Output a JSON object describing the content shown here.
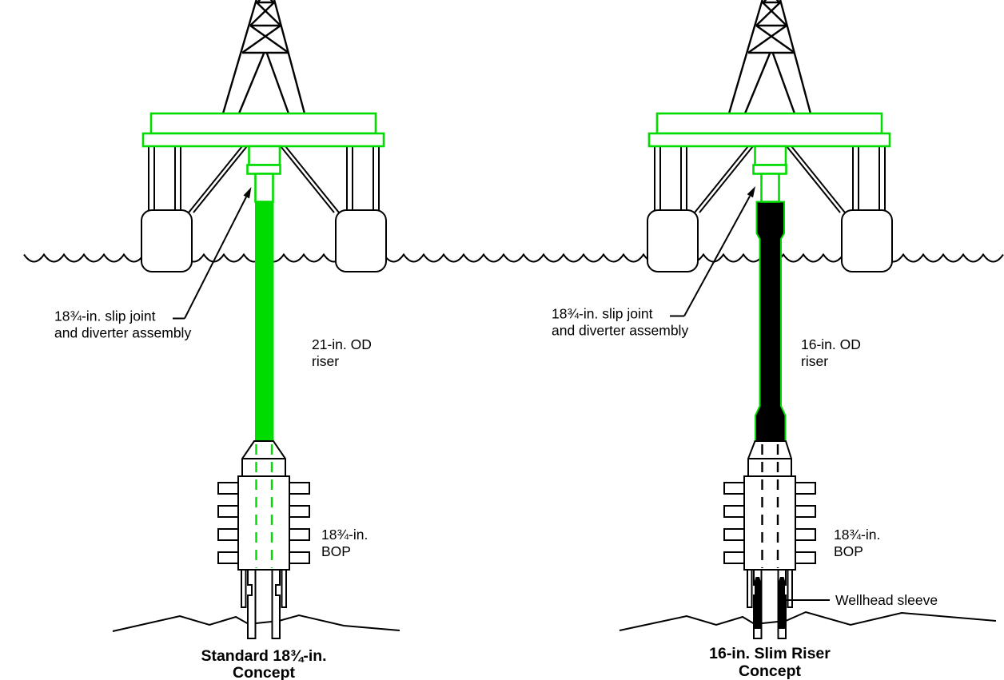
{
  "colors": {
    "accent_green": "#00DC00",
    "line_black": "#000000",
    "background": "#FFFFFF"
  },
  "left_rig": {
    "slip_joint_label_line1": "18¾-in. slip joint",
    "slip_joint_label_line2": "and diverter assembly",
    "riser_label_line1": "21-in. OD",
    "riser_label_line2": "riser",
    "bop_label_line1": "18¾-in.",
    "bop_label_line2": "BOP",
    "caption_line1": "Standard 18¾-in.",
    "caption_line2": "Concept"
  },
  "right_rig": {
    "slip_joint_label_line1": "18¾-in. slip joint",
    "slip_joint_label_line2": "and diverter assembly",
    "riser_label_line1": "16-in. OD",
    "riser_label_line2": "riser",
    "bop_label_line1": "18¾-in.",
    "bop_label_line2": "BOP",
    "wellhead_label": "Wellhead sleeve",
    "caption_line1": "16-in. Slim Riser",
    "caption_line2": "Concept"
  }
}
